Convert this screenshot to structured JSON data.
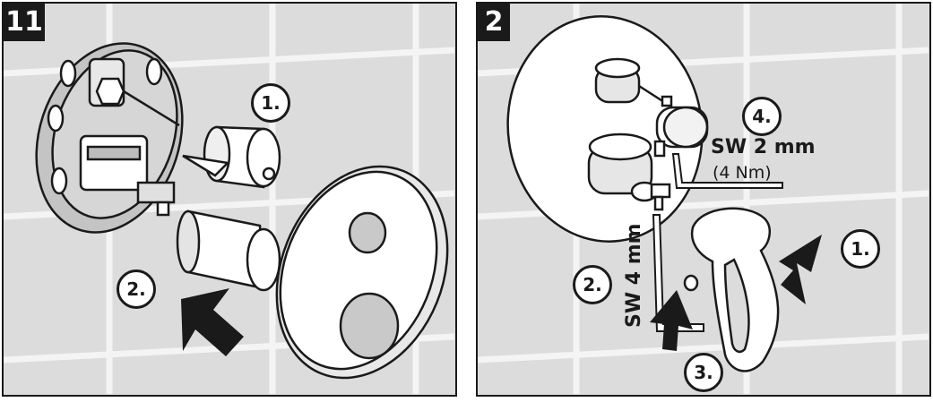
{
  "panels": [
    {
      "step": "11",
      "callouts": [
        "1.",
        "2."
      ]
    },
    {
      "step": "2",
      "callouts": [
        "1.",
        "2.",
        "3.",
        "4."
      ],
      "specs": {
        "hex_small": "SW 2 mm",
        "torque": "(4 Nm)",
        "hex_large": "SW 4 mm"
      }
    }
  ],
  "colors": {
    "line": "#1a1a1a",
    "wall": "#dcdcdc",
    "tile_joint": "#f4f4f4",
    "part_fill": "#ffffff",
    "part_shade": "#b8b8b8"
  }
}
